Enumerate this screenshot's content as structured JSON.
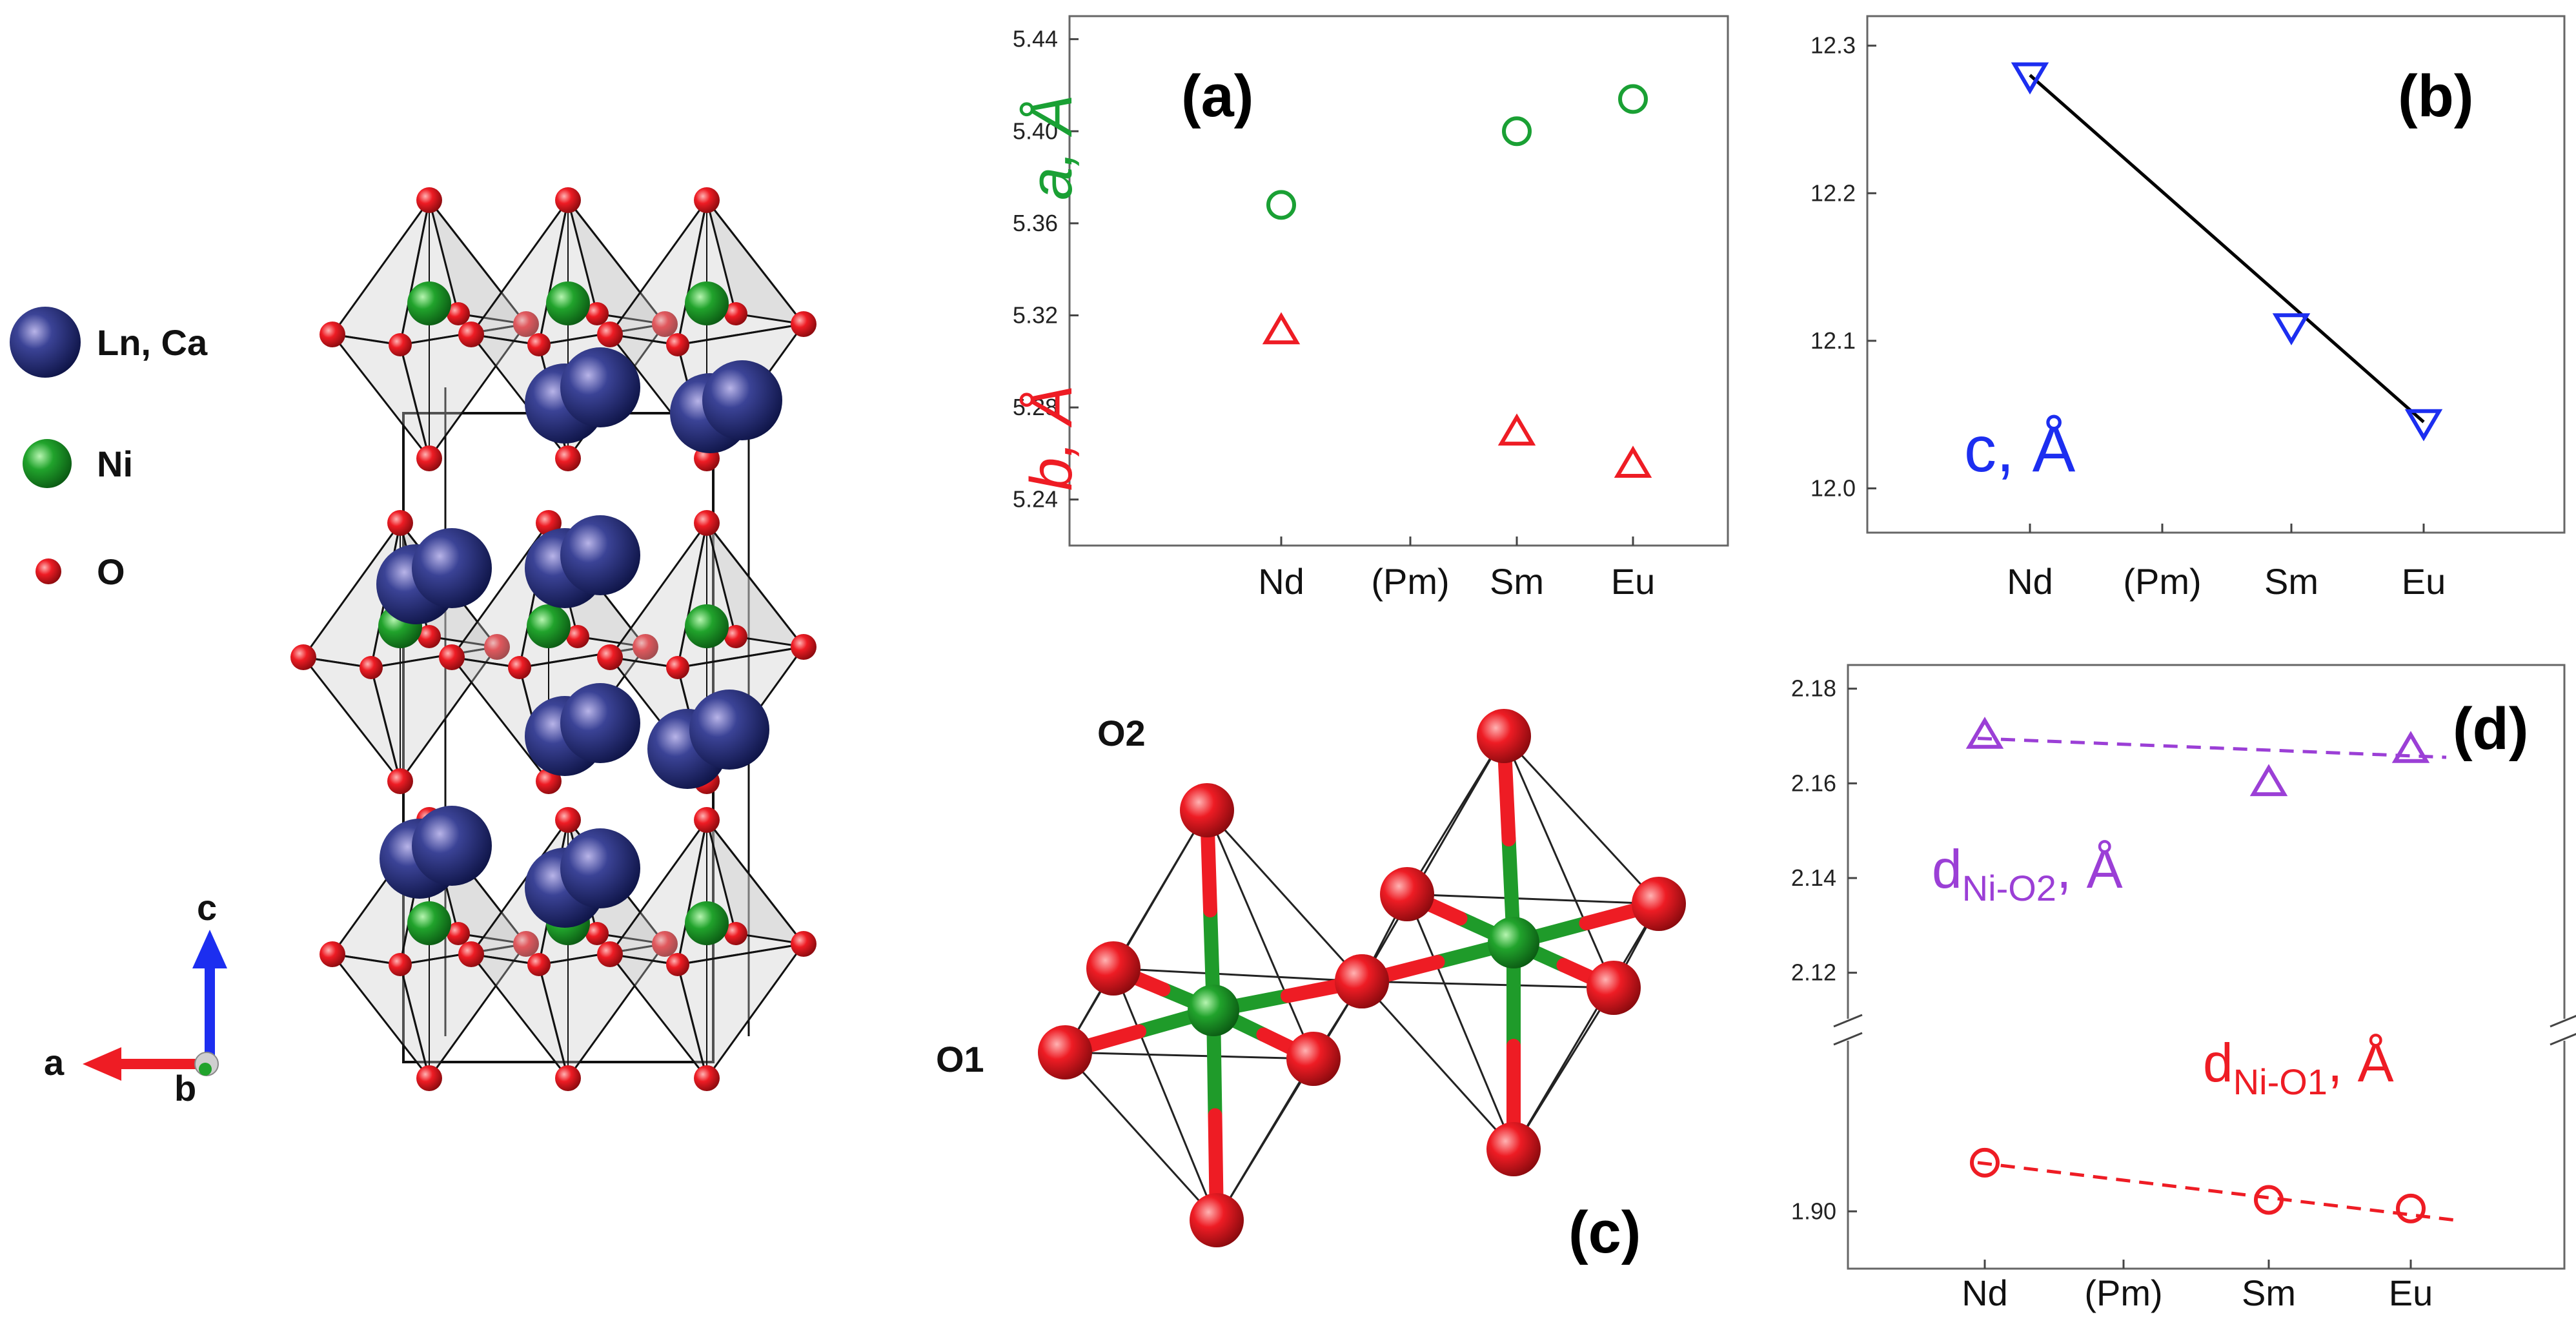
{
  "legend": {
    "items": [
      {
        "label": "Ln, Ca",
        "color": "#1a1f5c"
      },
      {
        "label": "Ni",
        "color": "#1f9b2a"
      },
      {
        "label": "O",
        "color": "#e0141c"
      }
    ]
  },
  "axes_triad": {
    "c": "c",
    "a": "a",
    "b": "b"
  },
  "panel_c": {
    "letter": "(c)",
    "label_o1": "O1",
    "label_o2": "O2"
  },
  "colors": {
    "green": "#1aa034",
    "red": "#ee1c24",
    "blue": "#1c2ef0",
    "purple": "#9b3fd6",
    "black": "#000000"
  },
  "chart_data": [
    {
      "id": "a",
      "type": "scatter",
      "letter": "(a)",
      "categories": [
        "Nd",
        "(Pm)",
        "Sm",
        "Eu"
      ],
      "ylim": [
        5.22,
        5.45
      ],
      "yticks": [
        "5.24",
        "5.28",
        "5.32",
        "5.36",
        "5.40",
        "5.44"
      ],
      "ylabel_a": "a, Å",
      "ylabel_b": "b, Å",
      "series": [
        {
          "marker": "circle",
          "color": "#1aa034",
          "points": [
            [
              0,
              5.368
            ],
            [
              2,
              5.4
            ],
            [
              3,
              5.414
            ]
          ]
        },
        {
          "marker": "triangle-up",
          "color": "#ee1c24",
          "points": [
            [
              0,
              5.313
            ],
            [
              2,
              5.269
            ],
            [
              3,
              5.255
            ]
          ]
        }
      ]
    },
    {
      "id": "b",
      "type": "line",
      "letter": "(b)",
      "categories": [
        "Nd",
        "(Pm)",
        "Sm",
        "Eu"
      ],
      "ylim": [
        11.97,
        12.32
      ],
      "yticks": [
        "12.0",
        "12.1",
        "12.2",
        "12.3"
      ],
      "annotation": "c, Å",
      "series": [
        {
          "marker": "triangle-down",
          "color": "#1c2ef0",
          "points": [
            [
              0,
              12.28
            ],
            [
              2,
              12.11
            ],
            [
              3,
              12.045
            ]
          ],
          "line": [
            [
              0,
              12.28
            ],
            [
              3,
              12.045
            ]
          ],
          "line_color": "#000000"
        }
      ]
    },
    {
      "id": "d",
      "type": "scatter",
      "letter": "(d)",
      "categories": [
        "Nd",
        "(Pm)",
        "Sm",
        "Eu"
      ],
      "yticks_upper": [
        "2.12",
        "2.14",
        "2.16",
        "2.18"
      ],
      "yticks_lower": [
        "1.90"
      ],
      "upper_ylim": [
        2.11,
        2.185
      ],
      "lower_ylim": [
        1.89,
        1.93
      ],
      "annotation_o2": "Ni-O2",
      "annotation_o1": "Ni-O1",
      "series": [
        {
          "marker": "triangle-up",
          "color": "#9b3fd6",
          "points": [
            [
              0,
              2.17
            ],
            [
              2,
              2.16
            ],
            [
              3,
              2.167
            ]
          ],
          "fit": [
            [
              -0.05,
              2.1695
            ],
            [
              3.25,
              2.1655
            ]
          ]
        },
        {
          "marker": "circle",
          "color": "#ee1c24",
          "points": [
            [
              0,
              1.9085
            ],
            [
              2,
              1.902
            ],
            [
              3,
              1.9005
            ]
          ],
          "fit": [
            [
              -0.05,
              1.9085
            ],
            [
              3.3,
              1.8985
            ]
          ]
        }
      ]
    }
  ]
}
